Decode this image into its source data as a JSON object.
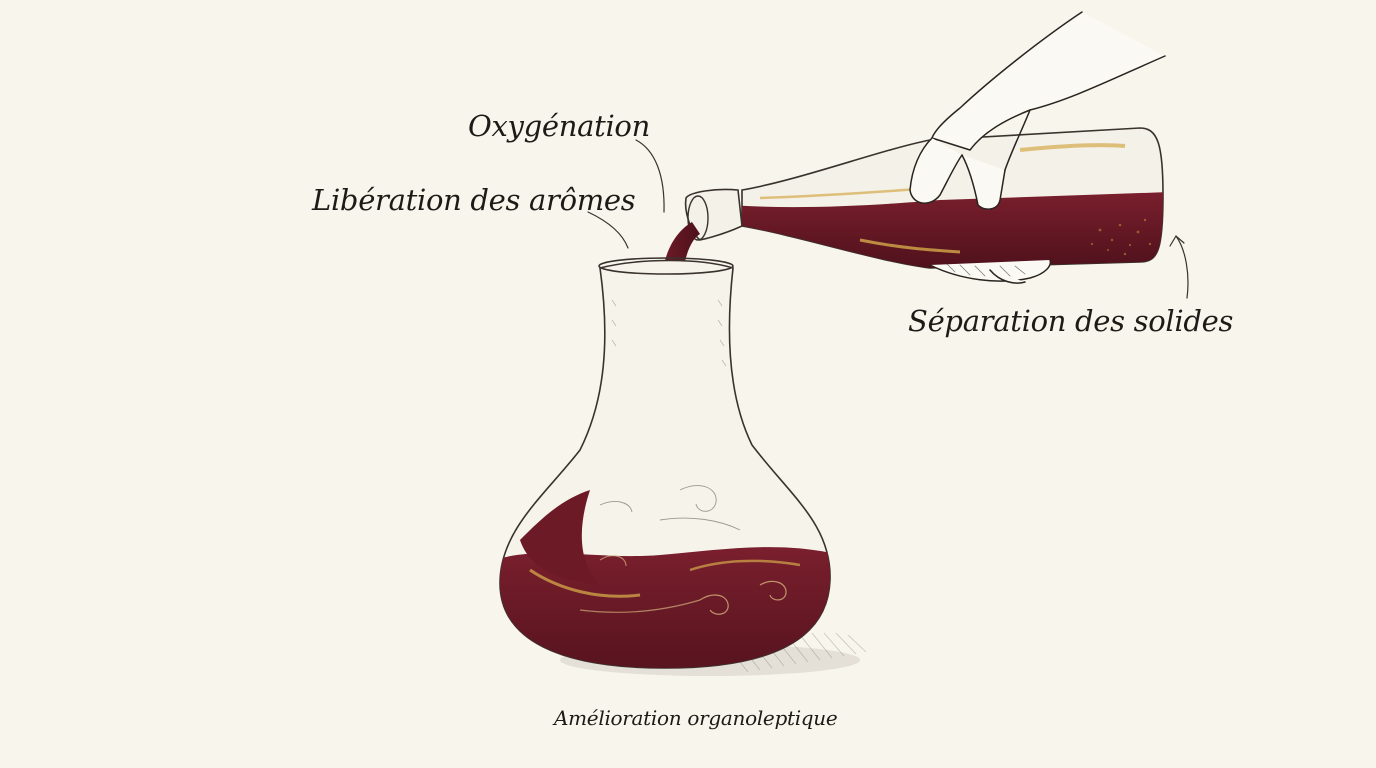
{
  "labels": {
    "oxygenation": "Oxygénation",
    "aroma_release": "Libération des arômes",
    "solids_separation": "Séparation des solides",
    "organoleptic_improvement": "Amélioration organoleptique"
  },
  "colors": {
    "background": "#f8f5ec",
    "wine": "#6b1a26",
    "wine_dark": "#4e111b",
    "gold_highlight": "#d4a94a",
    "ink": "#2a2420"
  },
  "icons": {
    "hand": "hand-icon",
    "bottle": "bottle-icon",
    "decanter": "decanter-icon",
    "pour_stream": "wine-stream-icon"
  }
}
